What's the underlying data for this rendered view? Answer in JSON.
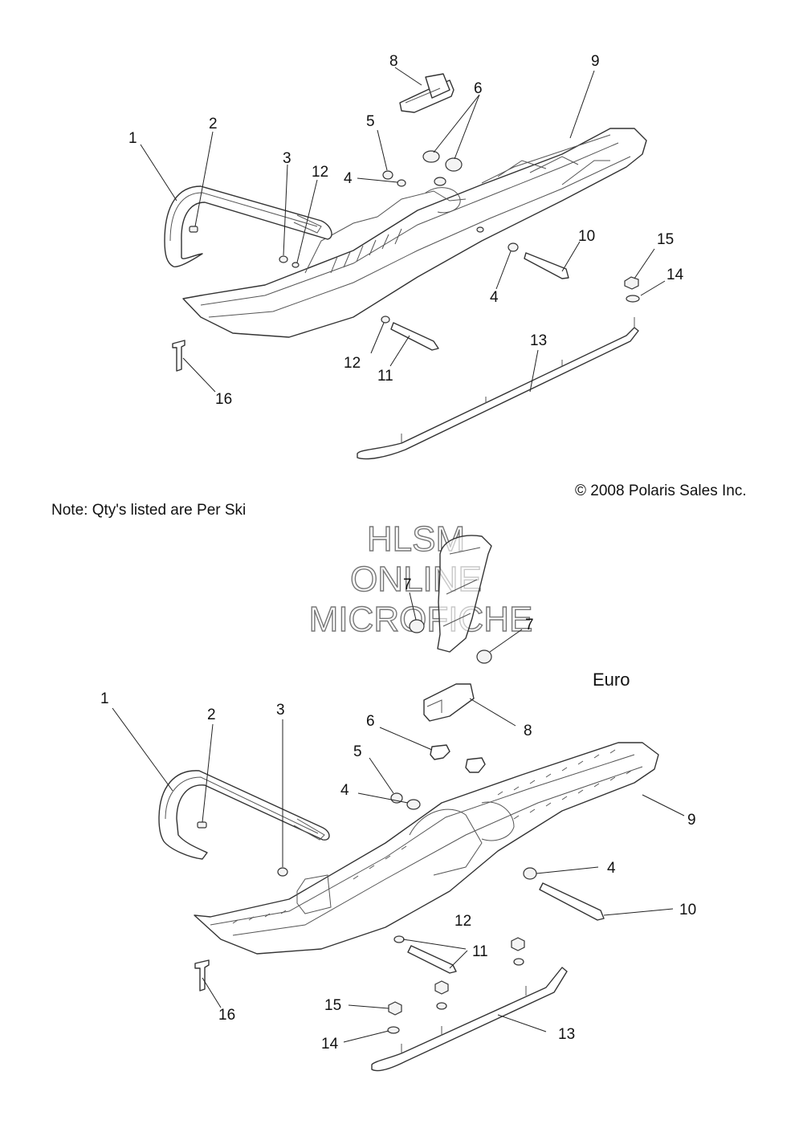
{
  "labels_top": [
    {
      "id": "1",
      "text": "1"
    },
    {
      "id": "2",
      "text": "2"
    },
    {
      "id": "3",
      "text": "3"
    },
    {
      "id": "4a",
      "text": "4"
    },
    {
      "id": "4b",
      "text": "4"
    },
    {
      "id": "5",
      "text": "5"
    },
    {
      "id": "6",
      "text": "6"
    },
    {
      "id": "8",
      "text": "8"
    },
    {
      "id": "9",
      "text": "9"
    },
    {
      "id": "10",
      "text": "10"
    },
    {
      "id": "11",
      "text": "11"
    },
    {
      "id": "12a",
      "text": "12"
    },
    {
      "id": "12b",
      "text": "12"
    },
    {
      "id": "13",
      "text": "13"
    },
    {
      "id": "14",
      "text": "14"
    },
    {
      "id": "15",
      "text": "15"
    },
    {
      "id": "16",
      "text": "16"
    }
  ],
  "labels_bottom": [
    {
      "id": "1",
      "text": "1"
    },
    {
      "id": "2",
      "text": "2"
    },
    {
      "id": "3",
      "text": "3"
    },
    {
      "id": "4a",
      "text": "4"
    },
    {
      "id": "4b",
      "text": "4"
    },
    {
      "id": "5",
      "text": "5"
    },
    {
      "id": "6",
      "text": "6"
    },
    {
      "id": "7a",
      "text": "7"
    },
    {
      "id": "7b",
      "text": "7"
    },
    {
      "id": "8",
      "text": "8"
    },
    {
      "id": "9",
      "text": "9"
    },
    {
      "id": "10",
      "text": "10"
    },
    {
      "id": "11",
      "text": "11"
    },
    {
      "id": "12",
      "text": "12"
    },
    {
      "id": "13",
      "text": "13"
    },
    {
      "id": "14",
      "text": "14"
    },
    {
      "id": "15",
      "text": "15"
    },
    {
      "id": "16",
      "text": "16"
    }
  ],
  "copyright": "© 2008 Polaris Sales Inc.",
  "note": "Note: Qty's listed are Per Ski",
  "watermark": {
    "line1": "HLSM",
    "line2": "ONLINE",
    "line3": "MICROFICHE"
  },
  "euro_label": "Euro"
}
